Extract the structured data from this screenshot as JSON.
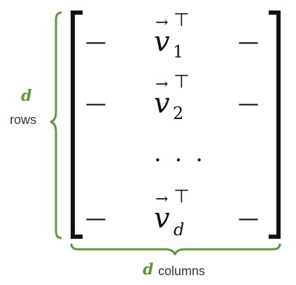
{
  "matrix": {
    "rows": [
      {
        "vector": "v",
        "subscript": "1",
        "transpose": "⊤",
        "dash": "—"
      },
      {
        "vector": "v",
        "subscript": "2",
        "transpose": "⊤",
        "dash": "—"
      },
      {
        "vector": "v",
        "subscript": "d",
        "transpose": "⊤",
        "dash": "—"
      }
    ],
    "ellipsis": "· · ·",
    "arrow": "→"
  },
  "left_label": {
    "variable": "d",
    "text": "rows"
  },
  "bottom_label": {
    "variable": "d",
    "text": "columns"
  },
  "colors": {
    "accent": "#5e9640",
    "ink": "#111111"
  }
}
